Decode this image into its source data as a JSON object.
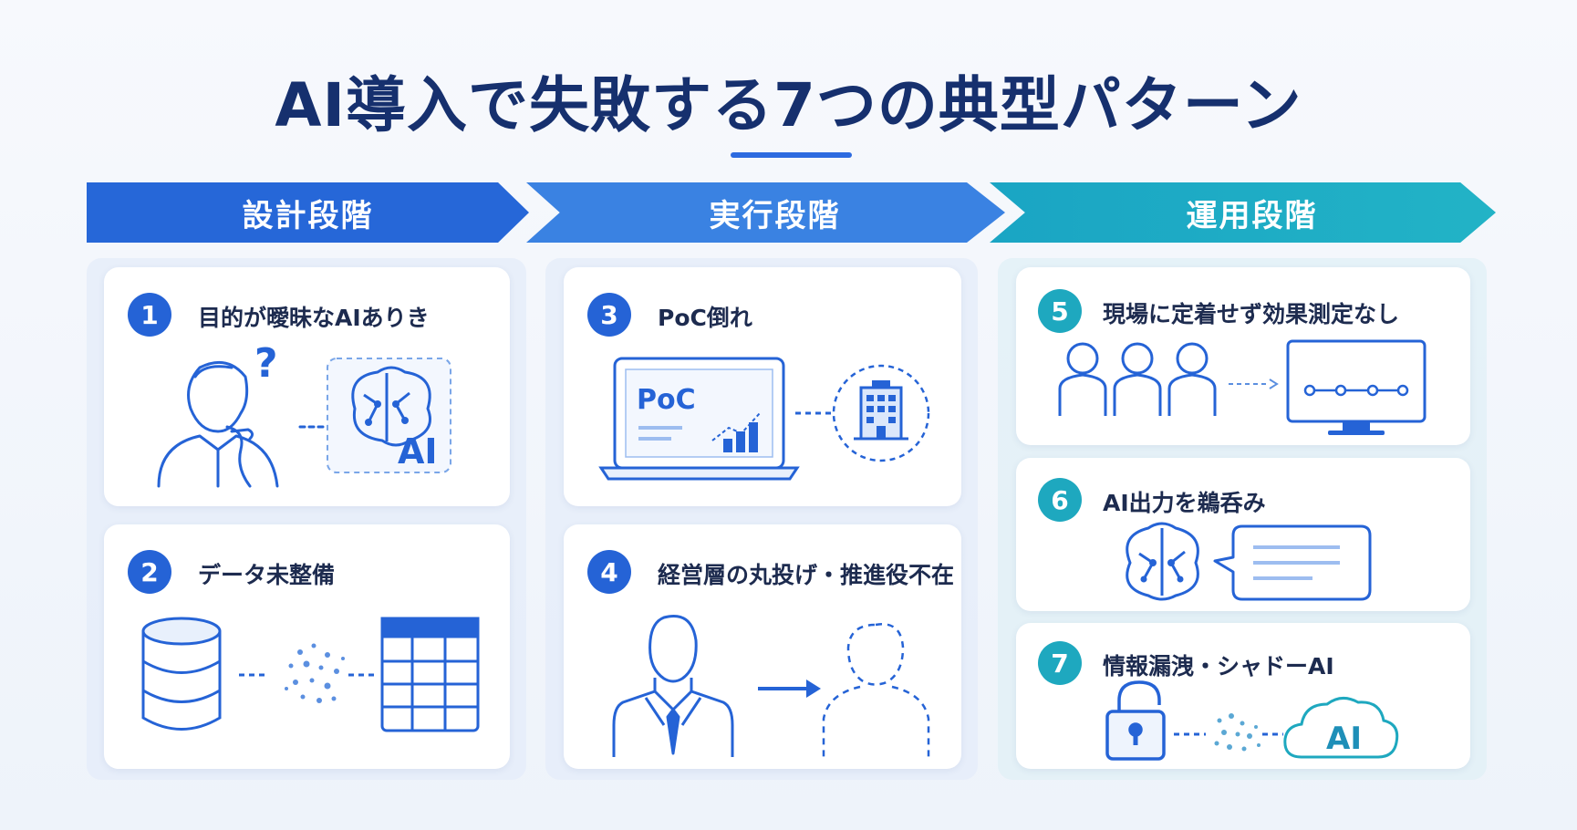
{
  "title": "AI導入で失敗する7つの典型パターン",
  "stages": [
    {
      "label": "設計段階",
      "color": "#2667d8"
    },
    {
      "label": "実行段階",
      "color": "#3a82e2"
    },
    {
      "label": "運用段階",
      "color": "#1fabc4"
    }
  ],
  "patterns": [
    {
      "number": "1",
      "title": "目的が曖昧なAIありき",
      "icons": [
        "confused-person-icon",
        "brain-ai-icon"
      ],
      "badge": "AI"
    },
    {
      "number": "2",
      "title": "データ未整備",
      "icons": [
        "database-icon",
        "scattered-data-icon",
        "table-icon"
      ]
    },
    {
      "number": "3",
      "title": "PoC倒れ",
      "icons": [
        "laptop-chart-icon",
        "building-icon"
      ],
      "screen_label": "PoC"
    },
    {
      "number": "4",
      "title": "経営層の丸投げ・推進役不在",
      "icons": [
        "executive-icon",
        "arrow-right-icon",
        "absent-person-icon"
      ]
    },
    {
      "number": "5",
      "title": "現場に定着せず効果測定なし",
      "icons": [
        "people-icon",
        "monitor-chart-icon"
      ]
    },
    {
      "number": "6",
      "title": "AI出力を鵜呑み",
      "icons": [
        "brain-icon",
        "speech-bubble-icon"
      ]
    },
    {
      "number": "7",
      "title": "情報漏洩・シャドーAI",
      "icons": [
        "unlocked-padlock-icon",
        "scattered-data-icon",
        "cloud-ai-icon"
      ],
      "badge": "AI"
    }
  ],
  "colors": {
    "primary": "#2563d6",
    "teal": "#1ea8bf",
    "title": "#16306e"
  }
}
